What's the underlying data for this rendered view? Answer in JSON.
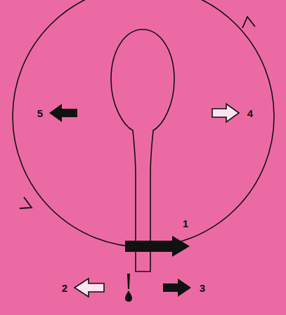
{
  "diagram": {
    "labels": [
      "5",
      "4",
      "1",
      "2",
      "3"
    ]
  }
}
